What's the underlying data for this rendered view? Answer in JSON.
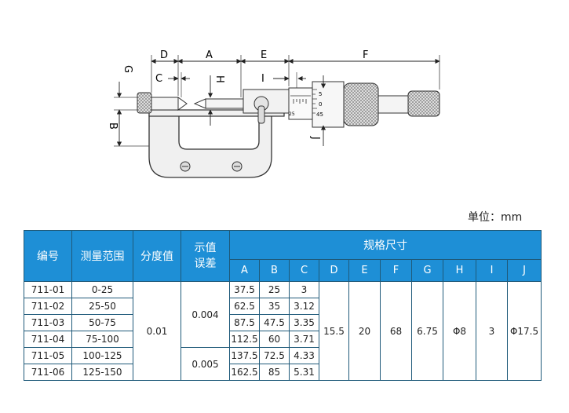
{
  "drawing": {
    "dim_labels": {
      "D": "D",
      "A": "A",
      "E": "E",
      "F": "F",
      "G": "G",
      "C": "C",
      "H": "H",
      "I": "I",
      "B": "B",
      "J": "J"
    },
    "thimble_marks": [
      "5",
      "0",
      "45"
    ],
    "sleeve_marks": [
      "25"
    ]
  },
  "unit_label": "单位：mm",
  "table": {
    "header": {
      "code": "编号",
      "range": "测量范围",
      "resolution": "分度值",
      "error": "示值误差",
      "spec": "规格尺寸",
      "dims": [
        "A",
        "B",
        "C",
        "D",
        "E",
        "F",
        "G",
        "H",
        "I",
        "J"
      ]
    },
    "rows": [
      {
        "code": "711-01",
        "range": "0-25",
        "a": "37.5",
        "b": "25",
        "c": "3"
      },
      {
        "code": "711-02",
        "range": "25-50",
        "a": "62.5",
        "b": "35",
        "c": "3.12"
      },
      {
        "code": "711-03",
        "range": "50-75",
        "a": "87.5",
        "b": "47.5",
        "c": "3.35"
      },
      {
        "code": "711-04",
        "range": "75-100",
        "a": "112.5",
        "b": "60",
        "c": "3.71"
      },
      {
        "code": "711-05",
        "range": "100-125",
        "a": "137.5",
        "b": "72.5",
        "c": "4.33"
      },
      {
        "code": "711-06",
        "range": "125-150",
        "a": "162.5",
        "b": "85",
        "c": "5.31"
      }
    ],
    "resolution_value": "0.01",
    "error_values": [
      "0.004",
      "0.005"
    ],
    "shared": {
      "d": "15.5",
      "e": "20",
      "f": "68",
      "g": "6.75",
      "h": "Φ8",
      "i": "3",
      "j": "Φ17.5"
    }
  }
}
